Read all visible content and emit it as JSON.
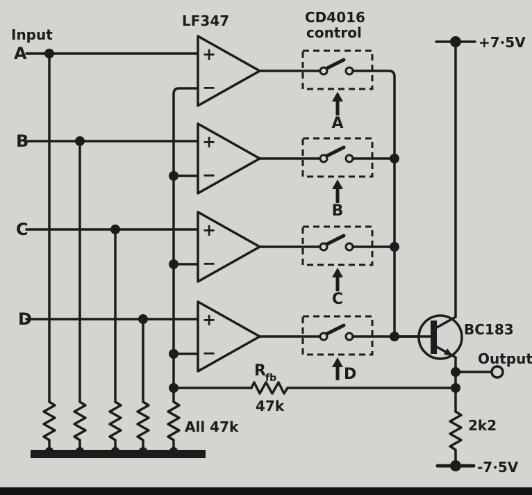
{
  "colors": {
    "paper": "#d5d4d0",
    "ink": "#1c1c1c"
  },
  "header": {
    "input_label": "Input"
  },
  "channels": [
    "A",
    "B",
    "C",
    "D"
  ],
  "opamps": {
    "ic_label": "LF347",
    "plus": "+",
    "minus": "−"
  },
  "switches": {
    "ic_label": "CD4016",
    "ic_sublabel": "control",
    "control_labels": [
      "A",
      "B",
      "C",
      "D"
    ]
  },
  "transistor": {
    "label": "BC183"
  },
  "power": {
    "positive": "+7·5V",
    "negative": "-7·5V"
  },
  "output": {
    "label": "Output"
  },
  "resistors": {
    "feedback_name": "R",
    "feedback_sub": "fb",
    "feedback_value": "47k",
    "input_value": "All 47k",
    "emitter_value": "2k2"
  }
}
